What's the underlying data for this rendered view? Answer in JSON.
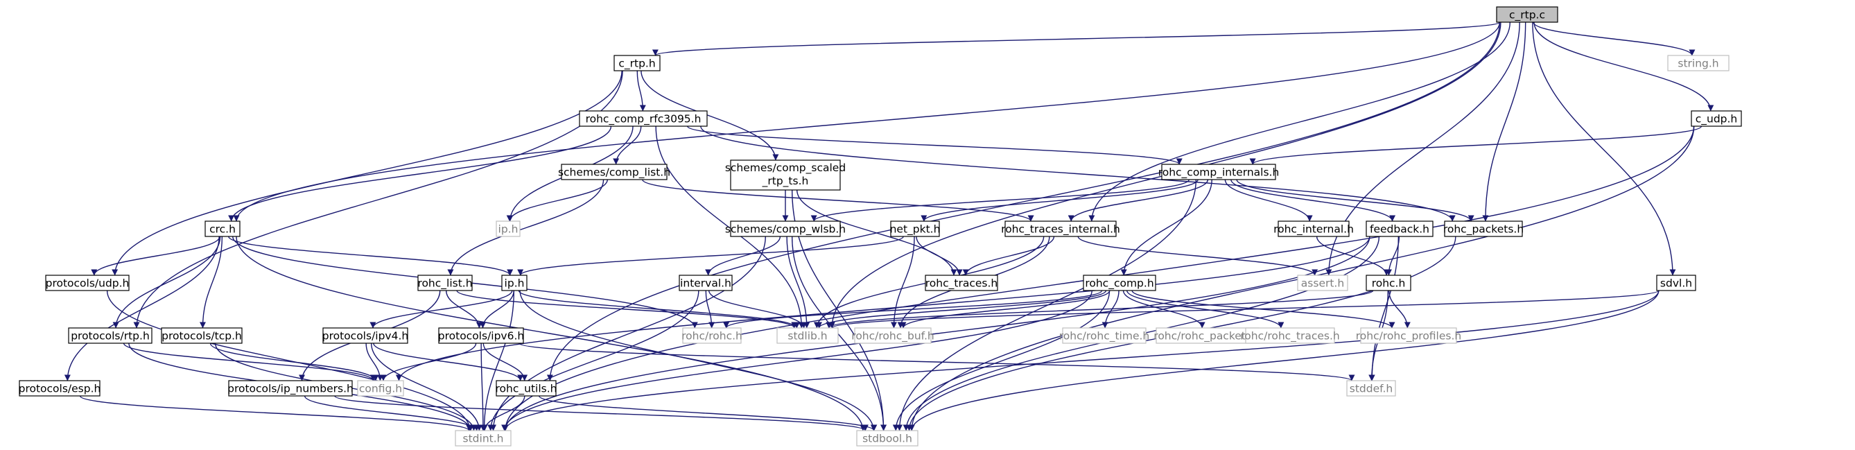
{
  "colors": {
    "edge": "#191970",
    "arrow": "#191970",
    "focus_fill": "#bfbfbf",
    "node_border": "#000000",
    "external_border": "#bfbfbf",
    "text": "#000000",
    "external_text": "#7f7f7f"
  },
  "nodes": [
    {
      "id": "c_rtp_c",
      "label": "c_rtp.c",
      "kind": "focus"
    },
    {
      "id": "c_rtp_h",
      "label": "c_rtp.h",
      "kind": "normal"
    },
    {
      "id": "string_h",
      "label": "string.h",
      "kind": "external"
    },
    {
      "id": "c_udp_h",
      "label": "c_udp.h",
      "kind": "normal"
    },
    {
      "id": "rohc_comp_rfc3095_h",
      "label": "rohc_comp_rfc3095.h",
      "kind": "normal"
    },
    {
      "id": "schemes_comp_scaled",
      "label": "schemes/comp_scaled",
      "label2": "_rtp_ts.h",
      "kind": "normal"
    },
    {
      "id": "schemes_comp_list_h",
      "label": "schemes/comp_list.h",
      "kind": "normal"
    },
    {
      "id": "rohc_comp_internals_h",
      "label": "rohc_comp_internals.h",
      "kind": "normal"
    },
    {
      "id": "ip_h_ext",
      "label": "ip.h",
      "kind": "external"
    },
    {
      "id": "crc_h",
      "label": "crc.h",
      "kind": "normal"
    },
    {
      "id": "schemes_comp_wlsb_h",
      "label": "schemes/comp_wlsb.h",
      "kind": "normal"
    },
    {
      "id": "net_pkt_h",
      "label": "net_pkt.h",
      "kind": "normal"
    },
    {
      "id": "rohc_traces_internal_h",
      "label": "rohc_traces_internal.h",
      "kind": "normal"
    },
    {
      "id": "rohc_internal_h",
      "label": "rohc_internal.h",
      "kind": "normal"
    },
    {
      "id": "feedback_h",
      "label": "feedback.h",
      "kind": "normal"
    },
    {
      "id": "rohc_packets_h",
      "label": "rohc_packets.h",
      "kind": "normal"
    },
    {
      "id": "protocols_udp_h",
      "label": "protocols/udp.h",
      "kind": "normal"
    },
    {
      "id": "rohc_list_h",
      "label": "rohc_list.h",
      "kind": "normal"
    },
    {
      "id": "ip_h",
      "label": "ip.h",
      "kind": "normal"
    },
    {
      "id": "interval_h",
      "label": "interval.h",
      "kind": "normal"
    },
    {
      "id": "rohc_traces_h",
      "label": "rohc_traces.h",
      "kind": "normal"
    },
    {
      "id": "rohc_comp_h",
      "label": "rohc_comp.h",
      "kind": "normal"
    },
    {
      "id": "assert_h",
      "label": "assert.h",
      "kind": "external"
    },
    {
      "id": "rohc_h",
      "label": "rohc.h",
      "kind": "normal"
    },
    {
      "id": "sdvl_h",
      "label": "sdvl.h",
      "kind": "normal"
    },
    {
      "id": "protocols_rtp_h",
      "label": "protocols/rtp.h",
      "kind": "normal"
    },
    {
      "id": "protocols_tcp_h",
      "label": "protocols/tcp.h",
      "kind": "normal"
    },
    {
      "id": "protocols_ipv4_h",
      "label": "protocols/ipv4.h",
      "kind": "normal"
    },
    {
      "id": "protocols_ipv6_h",
      "label": "protocols/ipv6.h",
      "kind": "normal"
    },
    {
      "id": "rohc_rohc_h",
      "label": "rohc/rohc.h",
      "kind": "external"
    },
    {
      "id": "stdlib_h",
      "label": "stdlib.h",
      "kind": "external"
    },
    {
      "id": "rohc_rohc_buf_h",
      "label": "rohc/rohc_buf.h",
      "kind": "external"
    },
    {
      "id": "rohc_rohc_time_h",
      "label": "rohc/rohc_time.h",
      "kind": "external"
    },
    {
      "id": "rohc_rohc_packets_h",
      "label": "rohc/rohc_packets.h",
      "kind": "external"
    },
    {
      "id": "rohc_rohc_traces_h",
      "label": "rohc/rohc_traces.h",
      "kind": "external"
    },
    {
      "id": "rohc_rohc_profiles_h",
      "label": "rohc/rohc_profiles.h",
      "kind": "external"
    },
    {
      "id": "protocols_esp_h",
      "label": "protocols/esp.h",
      "kind": "normal"
    },
    {
      "id": "config_h",
      "label": "config.h",
      "kind": "external"
    },
    {
      "id": "rohc_utils_h",
      "label": "rohc_utils.h",
      "kind": "normal"
    },
    {
      "id": "stddef_h",
      "label": "stddef.h",
      "kind": "external"
    },
    {
      "id": "protocols_ip_numbers_h",
      "label": "protocols/ip_numbers.h",
      "kind": "normal"
    },
    {
      "id": "stdint_h",
      "label": "stdint.h",
      "kind": "external"
    },
    {
      "id": "stdbool_h",
      "label": "stdbool.h",
      "kind": "external"
    }
  ],
  "edges": [
    [
      "c_rtp_c",
      "c_rtp_h"
    ],
    [
      "c_rtp_c",
      "string_h"
    ],
    [
      "c_rtp_c",
      "c_udp_h"
    ],
    [
      "c_rtp_c",
      "crc_h"
    ],
    [
      "c_rtp_c",
      "stdlib_h"
    ],
    [
      "c_rtp_c",
      "rohc_traces_internal_h"
    ],
    [
      "c_rtp_c",
      "rohc_packets_h"
    ],
    [
      "c_rtp_c",
      "assert_h"
    ],
    [
      "c_rtp_c",
      "sdvl_h"
    ],
    [
      "c_rtp_c",
      "rohc_utils_h"
    ],
    [
      "c_rtp_h",
      "rohc_comp_rfc3095_h"
    ],
    [
      "c_rtp_h",
      "schemes_comp_scaled"
    ],
    [
      "c_rtp_h",
      "protocols_udp_h"
    ],
    [
      "c_rtp_h",
      "protocols_rtp_h"
    ],
    [
      "c_udp_h",
      "rohc_comp_internals_h"
    ],
    [
      "c_udp_h",
      "stdint_h"
    ],
    [
      "c_udp_h",
      "stdbool_h"
    ],
    [
      "rohc_comp_rfc3095_h",
      "schemes_comp_list_h"
    ],
    [
      "rohc_comp_rfc3095_h",
      "rohc_comp_internals_h"
    ],
    [
      "rohc_comp_rfc3095_h",
      "ip_h_ext"
    ],
    [
      "rohc_comp_rfc3095_h",
      "crc_h"
    ],
    [
      "rohc_comp_rfc3095_h",
      "rohc_packets_h"
    ],
    [
      "rohc_comp_rfc3095_h",
      "stdlib_h"
    ],
    [
      "schemes_comp_scaled",
      "schemes_comp_wlsb_h"
    ],
    [
      "schemes_comp_scaled",
      "rohc_traces_h"
    ],
    [
      "schemes_comp_scaled",
      "stdbool_h"
    ],
    [
      "schemes_comp_list_h",
      "ip_h_ext"
    ],
    [
      "schemes_comp_list_h",
      "rohc_list_h"
    ],
    [
      "schemes_comp_list_h",
      "rohc_traces_internal_h"
    ],
    [
      "rohc_comp_internals_h",
      "schemes_comp_wlsb_h"
    ],
    [
      "rohc_comp_internals_h",
      "net_pkt_h"
    ],
    [
      "rohc_comp_internals_h",
      "rohc_traces_internal_h"
    ],
    [
      "rohc_comp_internals_h",
      "rohc_internal_h"
    ],
    [
      "rohc_comp_internals_h",
      "feedback_h"
    ],
    [
      "rohc_comp_internals_h",
      "rohc_packets_h"
    ],
    [
      "rohc_comp_internals_h",
      "rohc_comp_h"
    ],
    [
      "rohc_comp_internals_h",
      "stdbool_h"
    ],
    [
      "crc_h",
      "protocols_udp_h"
    ],
    [
      "crc_h",
      "ip_h"
    ],
    [
      "crc_h",
      "protocols_rtp_h"
    ],
    [
      "crc_h",
      "protocols_tcp_h"
    ],
    [
      "crc_h",
      "protocols_esp_h"
    ],
    [
      "crc_h",
      "rohc_rohc_h"
    ],
    [
      "crc_h",
      "stdbool_h"
    ],
    [
      "schemes_comp_wlsb_h",
      "interval_h"
    ],
    [
      "schemes_comp_wlsb_h",
      "stdlib_h"
    ],
    [
      "schemes_comp_wlsb_h",
      "stdint_h"
    ],
    [
      "schemes_comp_wlsb_h",
      "stdbool_h"
    ],
    [
      "net_pkt_h",
      "ip_h"
    ],
    [
      "net_pkt_h",
      "rohc_traces_h"
    ],
    [
      "net_pkt_h",
      "rohc_rohc_buf_h"
    ],
    [
      "rohc_traces_internal_h",
      "rohc_traces_h"
    ],
    [
      "rohc_traces_internal_h",
      "assert_h"
    ],
    [
      "rohc_traces_internal_h",
      "stdlib_h"
    ],
    [
      "rohc_traces_internal_h",
      "rohc_rohc_buf_h"
    ],
    [
      "rohc_internal_h",
      "rohc_h"
    ],
    [
      "feedback_h",
      "rohc_h"
    ],
    [
      "feedback_h",
      "stddef_h"
    ],
    [
      "feedback_h",
      "stdint_h"
    ],
    [
      "feedback_h",
      "stdbool_h"
    ],
    [
      "feedback_h",
      "config_h"
    ],
    [
      "rohc_packets_h",
      "stdbool_h"
    ],
    [
      "protocols_udp_h",
      "stdint_h"
    ],
    [
      "rohc_list_h",
      "protocols_ipv6_h"
    ],
    [
      "rohc_list_h",
      "protocols_ip_numbers_h"
    ],
    [
      "rohc_list_h",
      "stdlib_h"
    ],
    [
      "ip_h",
      "protocols_ipv4_h"
    ],
    [
      "ip_h",
      "protocols_ipv6_h"
    ],
    [
      "ip_h",
      "stdlib_h"
    ],
    [
      "ip_h",
      "stdint_h"
    ],
    [
      "ip_h",
      "stdbool_h"
    ],
    [
      "interval_h",
      "rohc_rohc_h"
    ],
    [
      "interval_h",
      "stdlib_h"
    ],
    [
      "interval_h",
      "stdint_h"
    ],
    [
      "rohc_comp_h",
      "rohc_rohc_h"
    ],
    [
      "rohc_comp_h",
      "stdlib_h"
    ],
    [
      "rohc_comp_h",
      "rohc_rohc_buf_h"
    ],
    [
      "rohc_comp_h",
      "rohc_rohc_time_h"
    ],
    [
      "rohc_comp_h",
      "rohc_rohc_packets_h"
    ],
    [
      "rohc_comp_h",
      "rohc_rohc_traces_h"
    ],
    [
      "rohc_comp_h",
      "rohc_rohc_profiles_h"
    ],
    [
      "rohc_comp_h",
      "stdint_h"
    ],
    [
      "rohc_comp_h",
      "stdbool_h"
    ],
    [
      "rohc_h",
      "rohc_rohc_profiles_h"
    ],
    [
      "rohc_h",
      "stddef_h"
    ],
    [
      "rohc_h",
      "stdlib_h"
    ],
    [
      "sdvl_h",
      "stdlib_h"
    ],
    [
      "sdvl_h",
      "stdint_h"
    ],
    [
      "sdvl_h",
      "stdbool_h"
    ],
    [
      "protocols_rtp_h",
      "config_h"
    ],
    [
      "protocols_rtp_h",
      "stdint_h"
    ],
    [
      "protocols_tcp_h",
      "config_h"
    ],
    [
      "protocols_tcp_h",
      "stdint_h"
    ],
    [
      "protocols_ipv4_h",
      "config_h"
    ],
    [
      "protocols_ipv4_h",
      "stdint_h"
    ],
    [
      "protocols_ipv4_h",
      "rohc_utils_h"
    ],
    [
      "protocols_ipv6_h",
      "config_h"
    ],
    [
      "protocols_ipv6_h",
      "stdint_h"
    ],
    [
      "protocols_ipv6_h",
      "rohc_utils_h"
    ],
    [
      "protocols_ipv6_h",
      "stddef_h"
    ],
    [
      "protocols_esp_h",
      "stdint_h"
    ],
    [
      "rohc_utils_h",
      "stdint_h"
    ],
    [
      "rohc_utils_h",
      "stdbool_h"
    ],
    [
      "protocols_ip_numbers_h",
      "stdint_h"
    ],
    [
      "protocols_ip_numbers_h",
      "stdbool_h"
    ]
  ]
}
